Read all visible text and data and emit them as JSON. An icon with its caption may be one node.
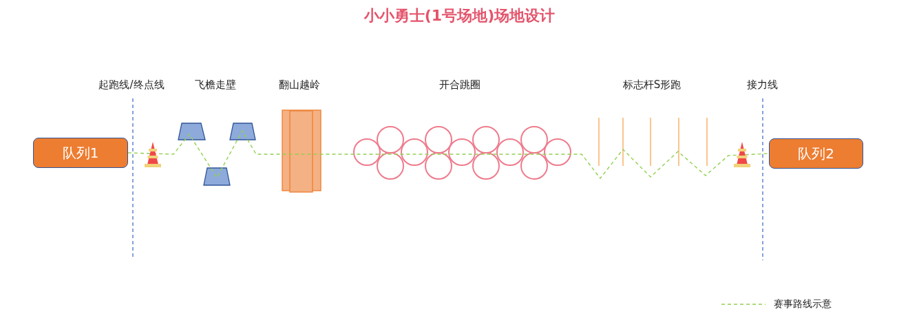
{
  "diagram": {
    "title": "小小勇士(1号场地)场地设计",
    "nodes": [
      {
        "text": [
          "队列1"
        ]
      },
      {
        "text": [
          "队列2"
        ]
      }
    ],
    "edges": [
      {
        "from": 0,
        "to": 1,
        "arrow": "none",
        "style": "dashed",
        "color": "#92d050"
      }
    ],
    "labels": [
      "起跑线/终点线",
      "飞檐走壁",
      "翻山越岭",
      "开合跳圈",
      "标志杆S形跑",
      "接力线"
    ],
    "legend": [
      {
        "text": "赛事路线示意"
      }
    ]
  }
}
